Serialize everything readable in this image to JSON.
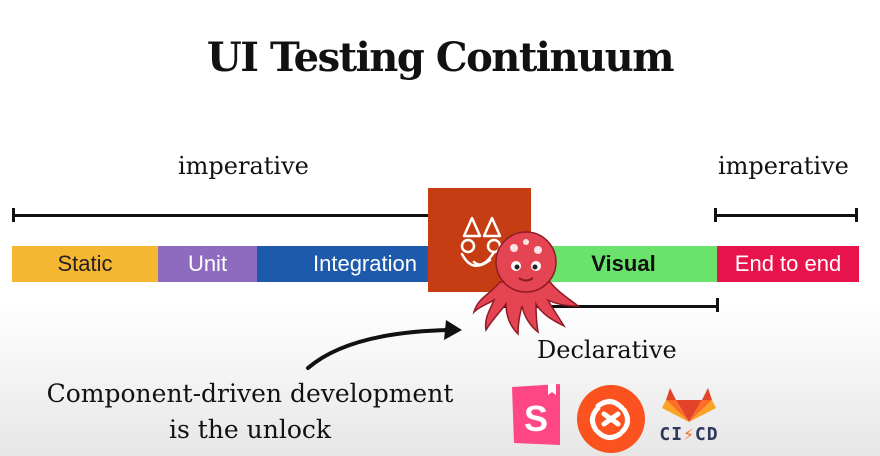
{
  "title": "UI Testing Continuum",
  "left_range": {
    "label": "imperative"
  },
  "right_range": {
    "label": "imperative"
  },
  "declarative": {
    "label": "Declarative"
  },
  "segments": [
    {
      "label": "Static",
      "color": "#f5b731",
      "text_color": "#222222"
    },
    {
      "label": "Unit",
      "color": "#8e6bbf",
      "text_color": "#ffffff"
    },
    {
      "label": "Integration",
      "color": "#1d5aac",
      "text_color": "#ffffff"
    },
    {
      "label": "Visual",
      "color": "#6be26b",
      "text_color": "#111111"
    },
    {
      "label": "End to end",
      "color": "#e8134a",
      "text_color": "#ffffff"
    }
  ],
  "callout": {
    "line1": "Component-driven development",
    "line2": "is the unlock"
  },
  "logos": {
    "jest": "jest-logo",
    "mascot": "octopus-mascot",
    "storybook": {
      "letter": "S",
      "color": "#ff4785"
    },
    "chromatic": {
      "color": "#fc521f"
    },
    "gitlab": {
      "caption_left": "CI",
      "caption_right": "CD"
    }
  }
}
